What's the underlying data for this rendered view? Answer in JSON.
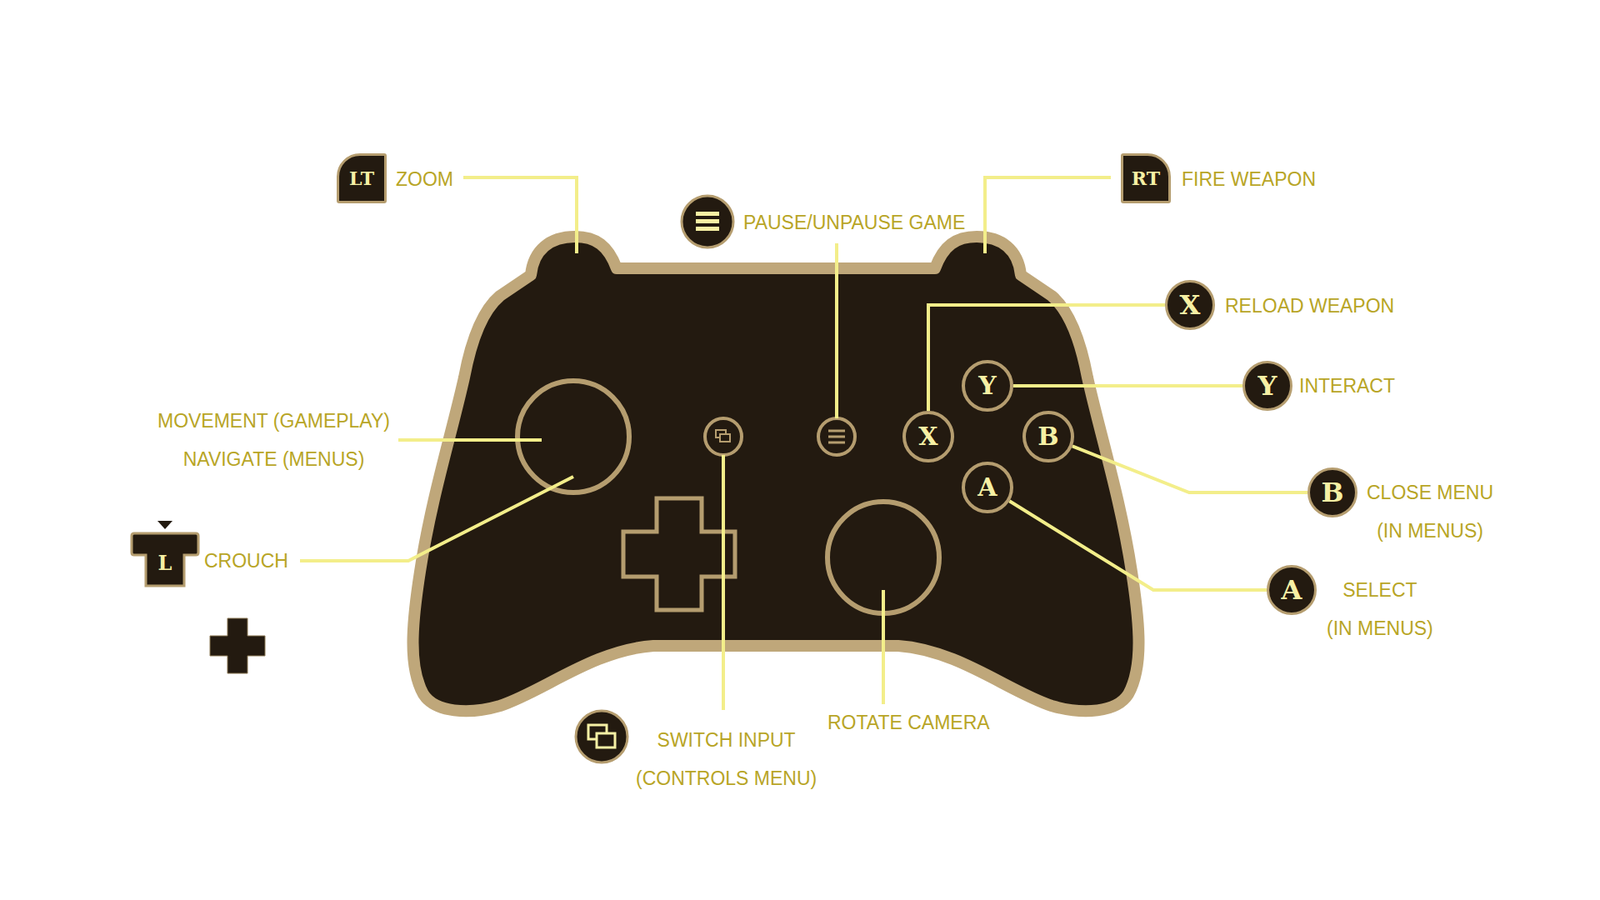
{
  "diagram": {
    "nodes": [
      {
        "text": [
          "LT"
        ]
      },
      {
        "text": [
          "RT"
        ]
      },
      {
        "text": [
          "X"
        ]
      },
      {
        "text": [
          "Y"
        ]
      },
      {
        "text": [
          "Y"
        ]
      },
      {
        "text": [
          "X"
        ]
      },
      {
        "text": [
          "B"
        ]
      },
      {
        "text": [
          "B"
        ]
      },
      {
        "text": [
          "L"
        ]
      },
      {
        "text": [
          "A"
        ]
      },
      {
        "text": [
          "A"
        ]
      }
    ],
    "edges": [
      {
        "from": 5,
        "to": 2,
        "arrow": "none"
      },
      {
        "from": 3,
        "to": 4,
        "arrow": "none"
      },
      {
        "from": 6,
        "to": 7,
        "arrow": "none"
      },
      {
        "from": 9,
        "to": 10,
        "arrow": "none"
      }
    ],
    "labels": [
      "ZOOM",
      "PAUSE/UNPAUSE GAME",
      "FIRE WEAPON",
      "RELOAD WEAPON",
      "MOVEMENT (GAMEPLAY) NAVIGATE (MENUS)",
      "INTERACT",
      "CLOSE MENU (IN MENUS)",
      "CROUCH",
      "SELECT (IN MENUS)",
      "SWITCH INPUT (CONTROLS MENU)",
      "ROTATE CAMERA"
    ]
  }
}
